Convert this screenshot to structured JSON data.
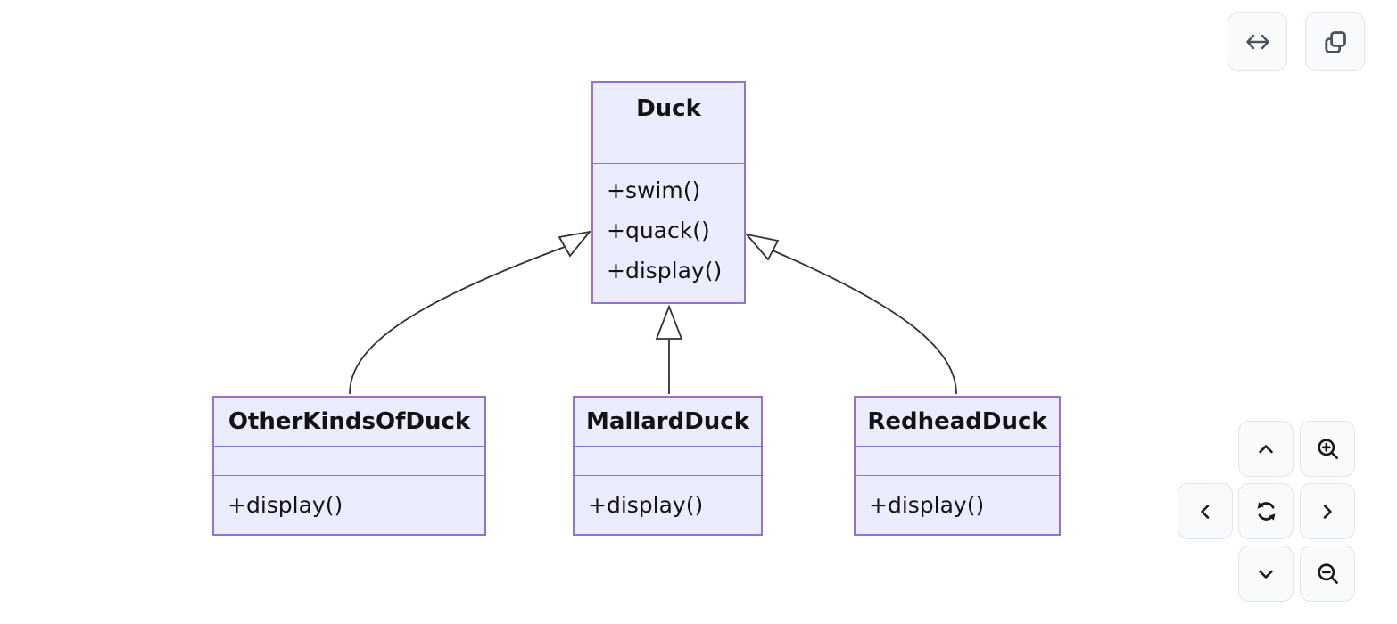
{
  "app": {
    "background": "#ffffff"
  },
  "diagram": {
    "type": "class-diagram",
    "classes": [
      {
        "name": "Duck",
        "attributes": [],
        "methods": [
          "+swim()",
          "+quack()",
          "+display()"
        ]
      },
      {
        "name": "OtherKindsOfDuck",
        "attributes": [],
        "methods": [
          "+display()"
        ]
      },
      {
        "name": "MallardDuck",
        "attributes": [],
        "methods": [
          "+display()"
        ]
      },
      {
        "name": "RedheadDuck",
        "attributes": [],
        "methods": [
          "+display()"
        ]
      }
    ],
    "relationships": [
      {
        "from": "OtherKindsOfDuck",
        "to": "Duck",
        "type": "inheritance"
      },
      {
        "from": "MallardDuck",
        "to": "Duck",
        "type": "inheritance"
      },
      {
        "from": "RedheadDuck",
        "to": "Duck",
        "type": "inheritance"
      }
    ],
    "colors": {
      "node_fill": "#ECECFF",
      "node_border": "#9370DB",
      "edge_line": "#333333",
      "text": "#131313"
    }
  },
  "top_controls": {
    "buttons": [
      {
        "icon": "arrows-horizontal-icon",
        "action": "toggle-pane-width"
      },
      {
        "icon": "copy-icon",
        "action": "copy-diagram"
      }
    ],
    "icon_color": "#4a5360"
  },
  "pan_zoom_controls": {
    "buttons": [
      {
        "icon": "chevron-up-icon",
        "action": "pan-up"
      },
      {
        "icon": "magnifier-plus-icon",
        "action": "zoom-in"
      },
      {
        "icon": "chevron-left-icon",
        "action": "pan-left"
      },
      {
        "icon": "sync-icon",
        "action": "reset-view"
      },
      {
        "icon": "chevron-right-icon",
        "action": "pan-right"
      },
      {
        "icon": "chevron-down-icon",
        "action": "pan-down"
      },
      {
        "icon": "magnifier-minus-icon",
        "action": "zoom-out"
      }
    ],
    "button_background": "#f8fafb",
    "button_border": "#dfe5ec",
    "icon_color": "#17191c"
  }
}
